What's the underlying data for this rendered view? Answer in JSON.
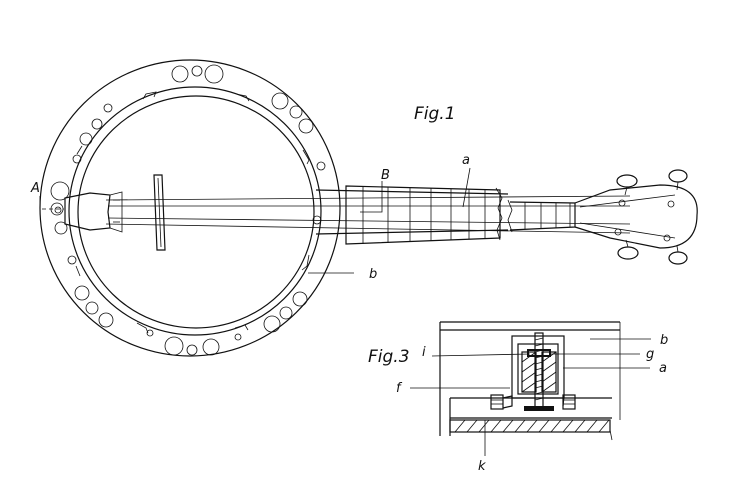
{
  "figures": {
    "fig1_title": "Fig.1",
    "fig3_title": "Fig.3"
  },
  "labels": {
    "fig1": {
      "A": "A",
      "B": "B",
      "a": "a",
      "b": "b"
    },
    "fig3": {
      "b": "b",
      "i": "i",
      "g": "g",
      "a": "a",
      "f": "f",
      "k": "k"
    }
  },
  "style": {
    "ink": "#111111",
    "paper": "#ffffff"
  }
}
